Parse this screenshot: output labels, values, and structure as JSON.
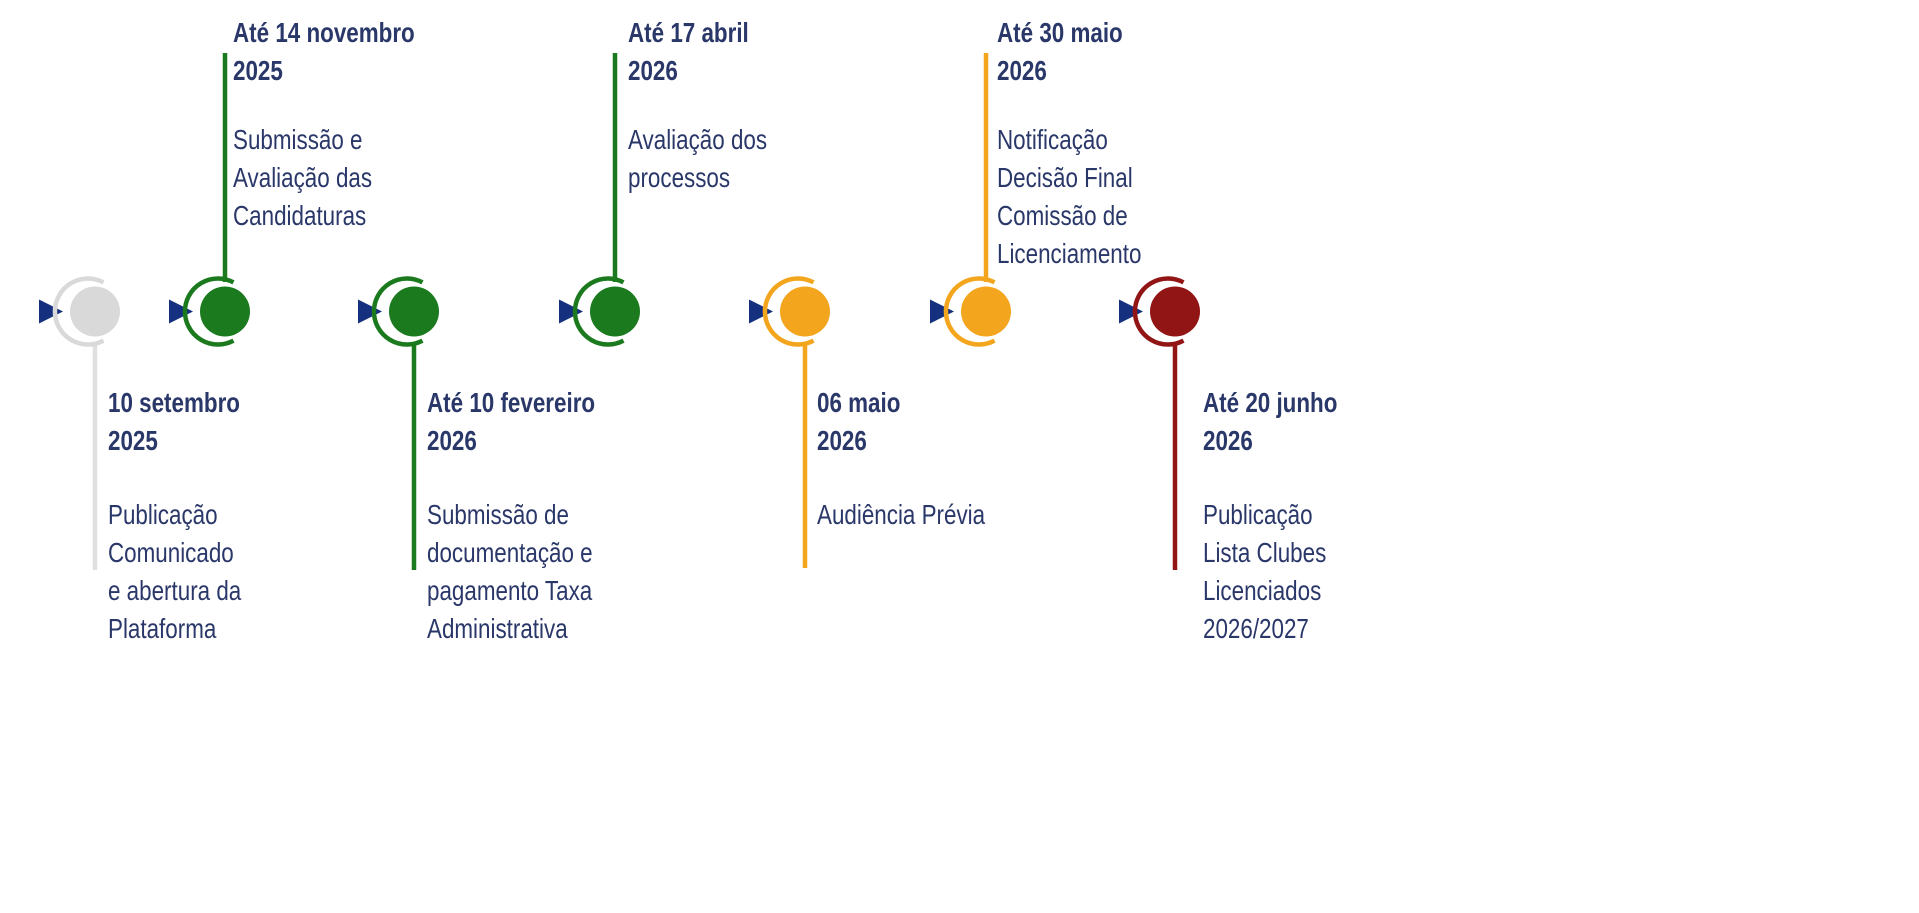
{
  "palette": {
    "background": "#FFFFFF",
    "arrow_navy": "#14307E",
    "text_navy": "#2A3769",
    "green": "#1B7A1E",
    "orange": "#F2A51D",
    "dark_red": "#921515",
    "gray": "#D9D9D9",
    "gray_line": "#DFDFDF"
  },
  "timeline": {
    "milestones": [
      {
        "id": "abertura-plataforma",
        "date": "10 setembro\n2025",
        "description": "Publicação\nComunicado\ne abertura da\nPlataforma",
        "color": "#D9D9D9",
        "line_color": "#DFDFDF",
        "text_position": "below"
      },
      {
        "id": "submissao-avaliacao-candidaturas",
        "date": "Até 14 novembro\n2025",
        "description": "Submissão e\nAvaliação das\nCandidaturas",
        "color": "#1B7A1E",
        "line_color": "#1B7A1E",
        "text_position": "above"
      },
      {
        "id": "documentacao-taxa-administrativa",
        "date": "Até 10 fevereiro\n2026",
        "description": "Submissão de\ndocumentação e\npagamento Taxa\nAdministrativa",
        "color": "#1B7A1E",
        "line_color": "#1B7A1E",
        "text_position": "below"
      },
      {
        "id": "avaliacao-processos",
        "date": "Até 17 abril\n2026",
        "description": "Avaliação dos\nprocessos",
        "color": "#1B7A1E",
        "line_color": "#1B7A1E",
        "text_position": "above"
      },
      {
        "id": "audiencia-previa",
        "date": "06 maio\n2026",
        "description": "Audiência Prévia",
        "color": "#F2A51D",
        "line_color": "#F2A51D",
        "text_position": "below"
      },
      {
        "id": "notificacao-decisao-final",
        "date": "Até 30 maio\n2026",
        "description": "Notificação\nDecisão Final\nComissão de\nLicenciamento",
        "color": "#F2A51D",
        "line_color": "#F2A51D",
        "text_position": "above"
      },
      {
        "id": "publicacao-lista-clubes",
        "date": "Até 20 junho\n2026",
        "description": "Publicação\nLista Clubes\nLicenciados\n2026/2027",
        "color": "#921515",
        "line_color": "#921515",
        "text_position": "below"
      }
    ]
  }
}
